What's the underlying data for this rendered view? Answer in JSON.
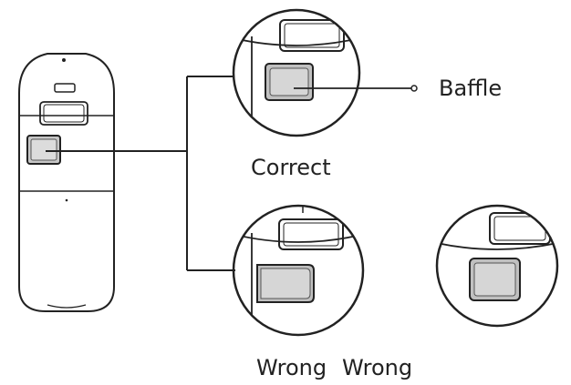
{
  "labels": {
    "baffle": "Baffle",
    "correct": "Correct",
    "wrong_1": "Wrong",
    "wrong_2": "Wrong"
  },
  "colors": {
    "line": "#222222",
    "baffle_fill": "#bdbdbd",
    "baffle_fill_light": "#dcdcdc",
    "background": "#ffffff"
  }
}
